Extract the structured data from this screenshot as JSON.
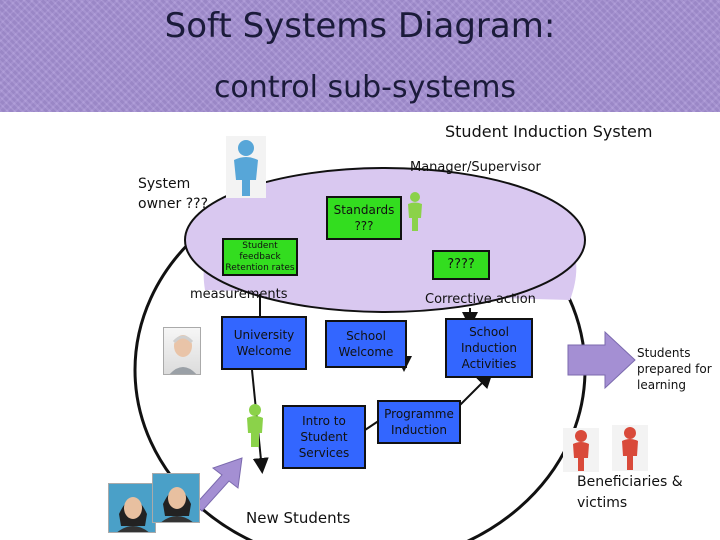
{
  "title": "Soft Systems Diagram:",
  "subtitle": "control sub-systems",
  "system_name": "Student Induction System",
  "manager_label": "Manager/Supervisor",
  "owner_label": "System\nowner ???",
  "standards_box": "Standards\n???",
  "feedback_box": "Student\nfeedback\nRetention rates",
  "unknown_box": "????",
  "measurements_label": "measurements",
  "corrective_label": "Corrective action",
  "activities": {
    "university_welcome": "University\nWelcome",
    "school_welcome": "School\nWelcome",
    "school_induction": "School\nInduction\nActivities",
    "intro_services": "Intro to\nStudent\nServices",
    "programme_induction": "Programme\nInduction"
  },
  "output_label": "Students\nprepared for\nlearning",
  "beneficiaries_label": "Beneficiaries &\nvictims",
  "input_label": "New Students",
  "colors": {
    "header_bg": "#a48fd3",
    "green_box": "#33dd1f",
    "blue_box": "#3366ff",
    "system_ellipse": "#ffffff",
    "control_ellipse": "#d9c8f0",
    "arrow_fill": "#a48fd3",
    "person_blue": "#57a6d8",
    "person_green": "#8bd24a",
    "person_red": "#d94a3a"
  },
  "icons": [
    "person-icon",
    "arrow-right-icon",
    "arrow-up-right-icon",
    "photo-portrait"
  ]
}
